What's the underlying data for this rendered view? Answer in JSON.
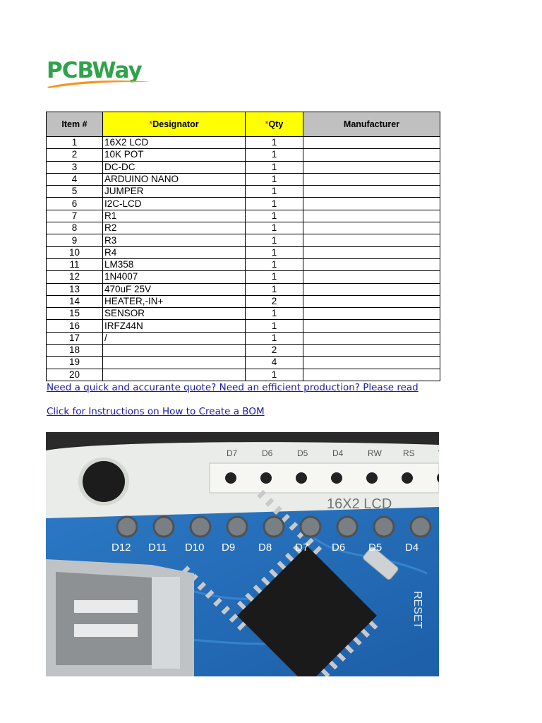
{
  "logo": {
    "text": "PCBWay",
    "color": "#31a24c",
    "swoosh_color": "#f7941d"
  },
  "table": {
    "headers": {
      "item": "Item #",
      "designator_req": "*",
      "designator": "Designator",
      "qty_req": "*",
      "qty": "Qty",
      "manufacturer": "Manufacturer"
    },
    "rows": [
      {
        "item": "1",
        "designator": "16X2 LCD",
        "qty": "1",
        "manufacturer": ""
      },
      {
        "item": "2",
        "designator": "10K POT",
        "qty": "1",
        "manufacturer": ""
      },
      {
        "item": "3",
        "designator": "DC-DC",
        "qty": "1",
        "manufacturer": ""
      },
      {
        "item": "4",
        "designator": "ARDUINO NANO",
        "qty": "1",
        "manufacturer": ""
      },
      {
        "item": "5",
        "designator": "JUMPER",
        "qty": "1",
        "manufacturer": ""
      },
      {
        "item": "6",
        "designator": "I2C-LCD",
        "qty": "1",
        "manufacturer": ""
      },
      {
        "item": "7",
        "designator": "R1",
        "qty": "1",
        "manufacturer": ""
      },
      {
        "item": "8",
        "designator": "R2",
        "qty": "1",
        "manufacturer": ""
      },
      {
        "item": "9",
        "designator": "R3",
        "qty": "1",
        "manufacturer": ""
      },
      {
        "item": "10",
        "designator": "R4",
        "qty": "1",
        "manufacturer": ""
      },
      {
        "item": "11",
        "designator": "LM358",
        "qty": "1",
        "manufacturer": ""
      },
      {
        "item": "12",
        "designator": "1N4007",
        "qty": "1",
        "manufacturer": ""
      },
      {
        "item": "13",
        "designator": "470uF 25V",
        "qty": "1",
        "manufacturer": ""
      },
      {
        "item": "14",
        "designator": "HEATER,-IN+",
        "qty": "2",
        "manufacturer": ""
      },
      {
        "item": "15",
        "designator": "SENSOR",
        "qty": "1",
        "manufacturer": ""
      },
      {
        "item": "16",
        "designator": "IRFZ44N",
        "qty": "1",
        "manufacturer": ""
      },
      {
        "item": "17",
        "designator": "/",
        "qty": "1",
        "manufacturer": ""
      },
      {
        "item": "18",
        "designator": "",
        "qty": "2",
        "manufacturer": ""
      },
      {
        "item": "19",
        "designator": "",
        "qty": "4",
        "manufacturer": ""
      },
      {
        "item": "20",
        "designator": "",
        "qty": "1",
        "manufacturer": ""
      }
    ]
  },
  "links": {
    "quote": "Need a quick and accurante quote? Need an efficient production? Please read",
    "instructions": "Click for Instructions on How to Create a BOM"
  },
  "photo": {
    "pin_labels_top": [
      "D7",
      "D6",
      "D5",
      "D4",
      "RW",
      "RS",
      "V"
    ],
    "lcd_label": "16X2 LCD",
    "pin_labels_row": [
      "D12",
      "D11",
      "D10",
      "D9",
      "D8",
      "D7",
      "D6",
      "D5",
      "D4"
    ],
    "reset_label": "RESET"
  }
}
